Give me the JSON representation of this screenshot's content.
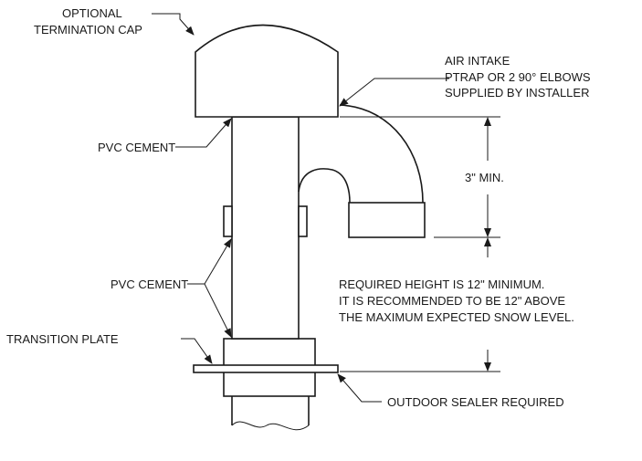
{
  "labels": {
    "optional_termination_cap": [
      "OPTIONAL",
      "TERMINATION CAP"
    ],
    "air_intake": [
      "AIR INTAKE",
      "PTRAP OR 2 90° ELBOWS",
      "SUPPLIED BY INSTALLER"
    ],
    "pvc_cement_top": "PVC CEMENT",
    "pvc_cement_mid": "PVC CEMENT",
    "three_inch_min": "3\" MIN.",
    "required_height": [
      "REQUIRED HEIGHT IS 12\" MINIMUM.",
      "IT IS RECOMMENDED TO BE 12\" ABOVE",
      "THE MAXIMUM EXPECTED SNOW LEVEL."
    ],
    "transition_plate": "TRANSITION PLATE",
    "outdoor_sealer": "OUTDOOR SEALER REQUIRED"
  },
  "colors": {
    "line": "#1a1a1a",
    "background": "#ffffff"
  }
}
